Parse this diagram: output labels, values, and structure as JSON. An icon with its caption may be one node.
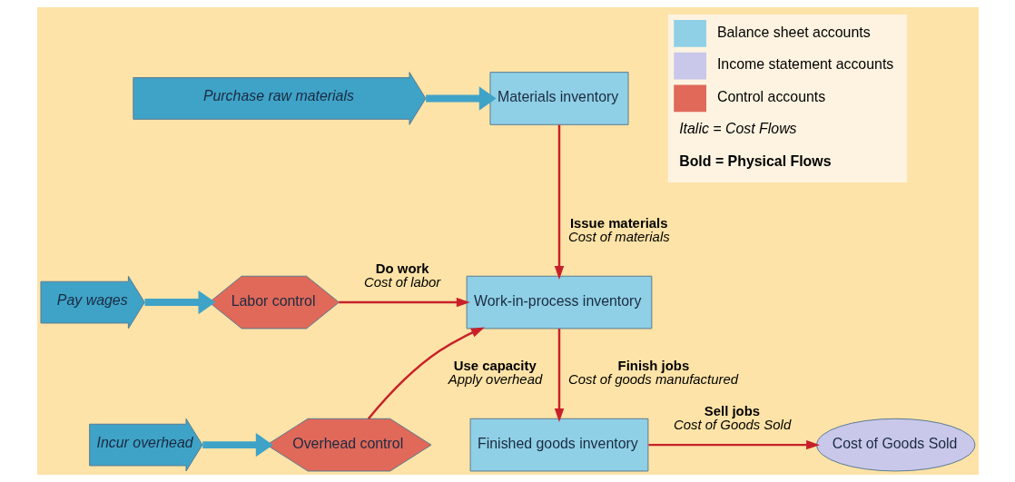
{
  "diagram": {
    "nodes": [
      {
        "text": [
          "Purchase raw materials"
        ]
      },
      {
        "text": [
          "Materials inventory"
        ]
      },
      {
        "text": [
          "Pay wages"
        ]
      },
      {
        "text": [
          "Labor control"
        ]
      },
      {
        "text": [
          "Work-in-process inventory"
        ]
      },
      {
        "text": [
          "Incur overhead"
        ]
      },
      {
        "text": [
          "Overhead control"
        ]
      },
      {
        "text": [
          "Finished goods inventory"
        ]
      },
      {
        "text": [
          "Cost of Goods Sold"
        ]
      }
    ],
    "edges": [
      {
        "from": 0,
        "to": 1,
        "arrow": "to",
        "style": "thick",
        "color": "#3fa3c8"
      },
      {
        "from": 2,
        "to": 3,
        "arrow": "to",
        "style": "thick",
        "color": "#3fa3c8"
      },
      {
        "from": 3,
        "to": 4,
        "arrow": "to",
        "label": "**Do work** *Cost of labor*"
      },
      {
        "from": 5,
        "to": 6,
        "arrow": "to",
        "style": "thick",
        "color": "#3fa3c8"
      },
      {
        "from": 6,
        "to": 4,
        "arrow": "to",
        "label": "**Use capacity** *Apply overhead*"
      },
      {
        "from": 1,
        "to": 4,
        "arrow": "to",
        "label": "**Issue materials** *Cost of materials*"
      },
      {
        "from": 4,
        "to": 7,
        "arrow": "to",
        "label": "**Finish jobs** *Cost of goods manufactured*"
      },
      {
        "from": 7,
        "to": 8,
        "arrow": "to",
        "label": "**Sell jobs** *Cost of Goods Sold*"
      }
    ],
    "labels": [
      "Italic = Cost Flows",
      "Bold = Physical Flows"
    ],
    "legend": [
      {
        "text": "Balance sheet accounts",
        "color": "#8fd0e6"
      },
      {
        "text": "Income statement accounts",
        "color": "#c9c8ea"
      },
      {
        "text": "Control accounts",
        "color": "#e0695a"
      }
    ]
  }
}
